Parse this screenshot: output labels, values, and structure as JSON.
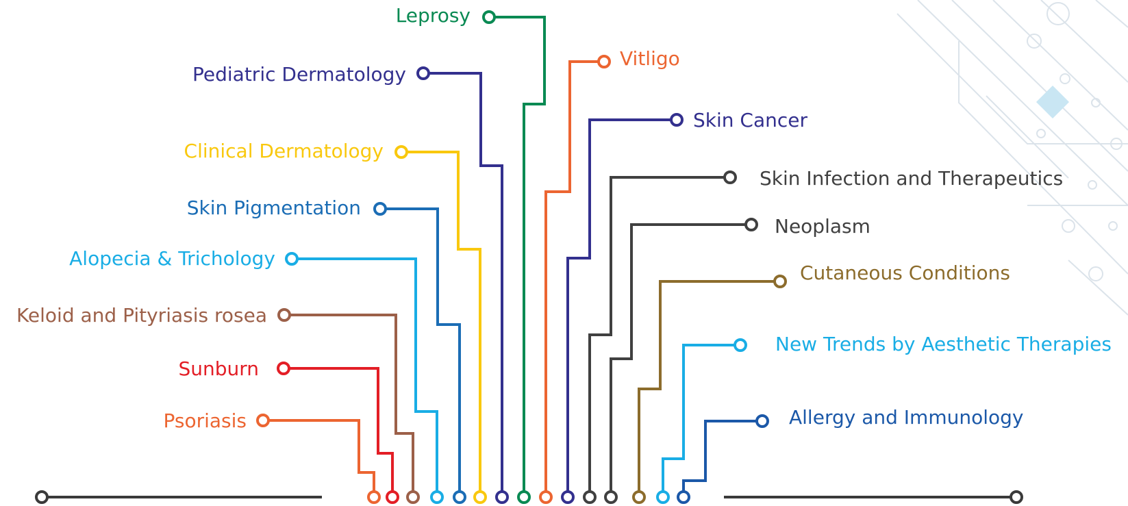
{
  "topics": [
    {
      "id": "psoriasis",
      "label": "Psoriasis",
      "color": "#ec6531"
    },
    {
      "id": "sunburn",
      "label": "Sunburn",
      "color": "#e31e26"
    },
    {
      "id": "keloid",
      "label": "Keloid and Pityriasis rosea",
      "color": "#9c6049"
    },
    {
      "id": "alopecia",
      "label": "Alopecia & Trichology",
      "color": "#19ade5"
    },
    {
      "id": "pigmentation",
      "label": "Skin Pigmentation",
      "color": "#1b6db5"
    },
    {
      "id": "clinical",
      "label": "Clinical Dermatology",
      "color": "#f9c80e"
    },
    {
      "id": "pediatric",
      "label": "Pediatric Dermatology",
      "color": "#33308e"
    },
    {
      "id": "leprosy",
      "label": "Leprosy",
      "color": "#0a8a53"
    },
    {
      "id": "vitiligo",
      "label": "Vitligo",
      "color": "#ec6531"
    },
    {
      "id": "skin-cancer",
      "label": "Skin Cancer",
      "color": "#33308e"
    },
    {
      "id": "skin-infection",
      "label": "Skin Infection and Therapeutics",
      "color": "#404040"
    },
    {
      "id": "neoplasm",
      "label": "Neoplasm",
      "color": "#404040"
    },
    {
      "id": "cutaneous",
      "label": "Cutaneous Conditions",
      "color": "#8c6c2c"
    },
    {
      "id": "new-trends",
      "label": "New Trends by Aesthetic Therapies",
      "color": "#19ade5"
    },
    {
      "id": "allergy",
      "label": "Allergy and Immunology",
      "color": "#1b58a8"
    }
  ],
  "baseline_color": "#3a3a3a",
  "decoration_color": "#dbe3ea",
  "accent_square_color": "#c9e6f3"
}
